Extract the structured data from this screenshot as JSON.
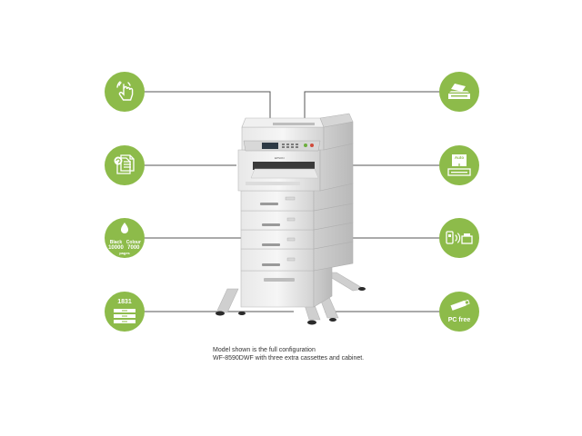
{
  "colors": {
    "accent": "#8dbb4a",
    "line": "#555555",
    "caption": "#333333"
  },
  "features": [
    {
      "id": "touch-panel",
      "icon": "touch-panel-icon"
    },
    {
      "id": "scanner",
      "icon": "scanner-icon"
    },
    {
      "id": "duplex",
      "icon": "duplex-print-icon"
    },
    {
      "id": "auto-adf",
      "icon": "auto-feeder-icon",
      "tag": "Auto"
    },
    {
      "id": "ink-yield",
      "icon": "ink-drop-icon",
      "black_label": "Black",
      "black_value": "10000",
      "colour_label": "Colour",
      "colour_value": "7000",
      "pages_label": "pages"
    },
    {
      "id": "wireless",
      "icon": "wireless-mobile-icon"
    },
    {
      "id": "paper-capacity",
      "icon": "paper-stack-icon",
      "pages": "1831"
    },
    {
      "id": "pc-free",
      "icon": "usb-stick-icon",
      "label": "PC free"
    }
  ],
  "printer": {
    "brand": "EPSON"
  },
  "caption": {
    "line1": "Model shown is the full configuration",
    "line2": "WF-8590DWF with three extra cassettes and cabinet."
  }
}
